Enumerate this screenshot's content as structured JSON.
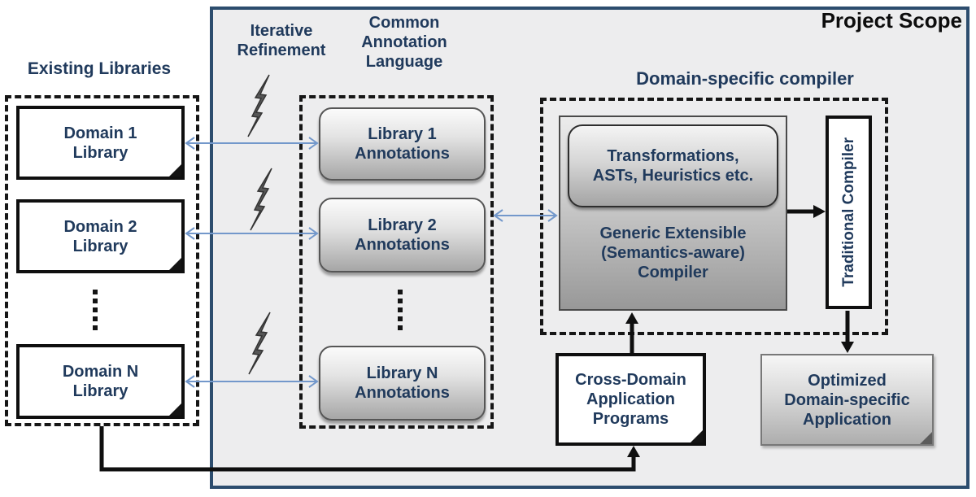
{
  "project_scope": {
    "title": "Project Scope"
  },
  "existing_libraries": {
    "label": "Existing Libraries",
    "items": [
      {
        "label": "Domain 1\nLibrary"
      },
      {
        "label": "Domain 2\nLibrary"
      },
      {
        "label": "Domain N\nLibrary"
      }
    ]
  },
  "iterative_refinement": {
    "label": "Iterative\nRefinement"
  },
  "annotation_language": {
    "label": "Common\nAnnotation\nLanguage",
    "items": [
      {
        "label": "Library 1\nAnnotations"
      },
      {
        "label": "Library 2\nAnnotations"
      },
      {
        "label": "Library N\nAnnotations"
      }
    ]
  },
  "domain_compiler": {
    "label": "Domain-specific compiler",
    "transformations": "Transformations,\nASTs, Heuristics etc.",
    "generic_compiler": "Generic Extensible\n(Semantics-aware)\nCompiler",
    "traditional_compiler": "Traditional Compiler"
  },
  "cross_domain": {
    "label": "Cross-Domain\nApplication\nPrograms"
  },
  "optimized": {
    "label": "Optimized\nDomain-specific\nApplication"
  },
  "colors": {
    "frame_border": "#2d4d6e",
    "frame_fill": "#ededee",
    "blue_arrow": "#7398cb",
    "label_text": "#203a5c",
    "dash_black": "#161616"
  }
}
